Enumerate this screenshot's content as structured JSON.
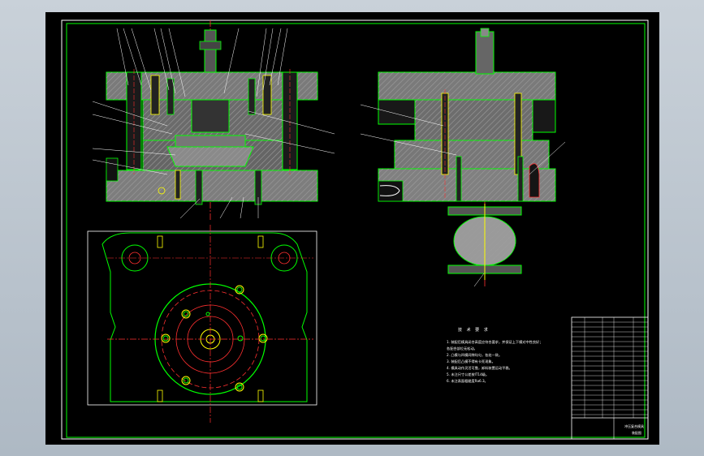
{
  "drawing": {
    "technical_requirements": {
      "title": "技 术 要 求",
      "items": [
        "1. 装配后模具闭合高度应符合要求，并保证上下模对中性良好；",
        "   各配合部位无松动。",
        "2. 凸模与凹模间隙均匀，各处一致。",
        "3. 装配后凸模不得有卡死现象。",
        "4. 模具动作灵活可靠，卸料装置运动平稳。",
        "5. 未注尺寸公差按IT14级。",
        "6. 未注表面粗糙度Ra6.3。"
      ]
    },
    "title_block": {
      "name": "冲压复合模具",
      "sheet": "装配图"
    }
  }
}
